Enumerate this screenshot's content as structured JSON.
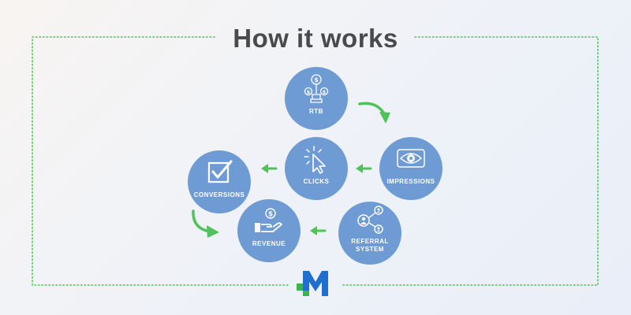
{
  "title": "How it works",
  "colors": {
    "node": "#6f9bd4",
    "arrow": "#4fc25a",
    "border": "#4fc25a",
    "title": "#4a4a4a",
    "logo_blue": "#1f6fd0",
    "logo_green": "#3bb54a"
  },
  "nodes": {
    "rtb": {
      "label": "RTB",
      "icon": "money-hand-icon"
    },
    "impressions": {
      "label": "IMPRESSIONS",
      "icon": "eye-icon"
    },
    "clicks": {
      "label": "CLICKS",
      "icon": "cursor-click-icon"
    },
    "conversions": {
      "label": "CONVERSIONS",
      "icon": "checkbox-icon"
    },
    "revenue": {
      "label": "REVENUE",
      "icon": "hand-coin-icon"
    },
    "referral": {
      "label_line1": "REFERRAL",
      "label_line2": "SYSTEM",
      "icon": "network-people-icon"
    }
  },
  "logo": {
    "icon": "m-logo-icon"
  }
}
